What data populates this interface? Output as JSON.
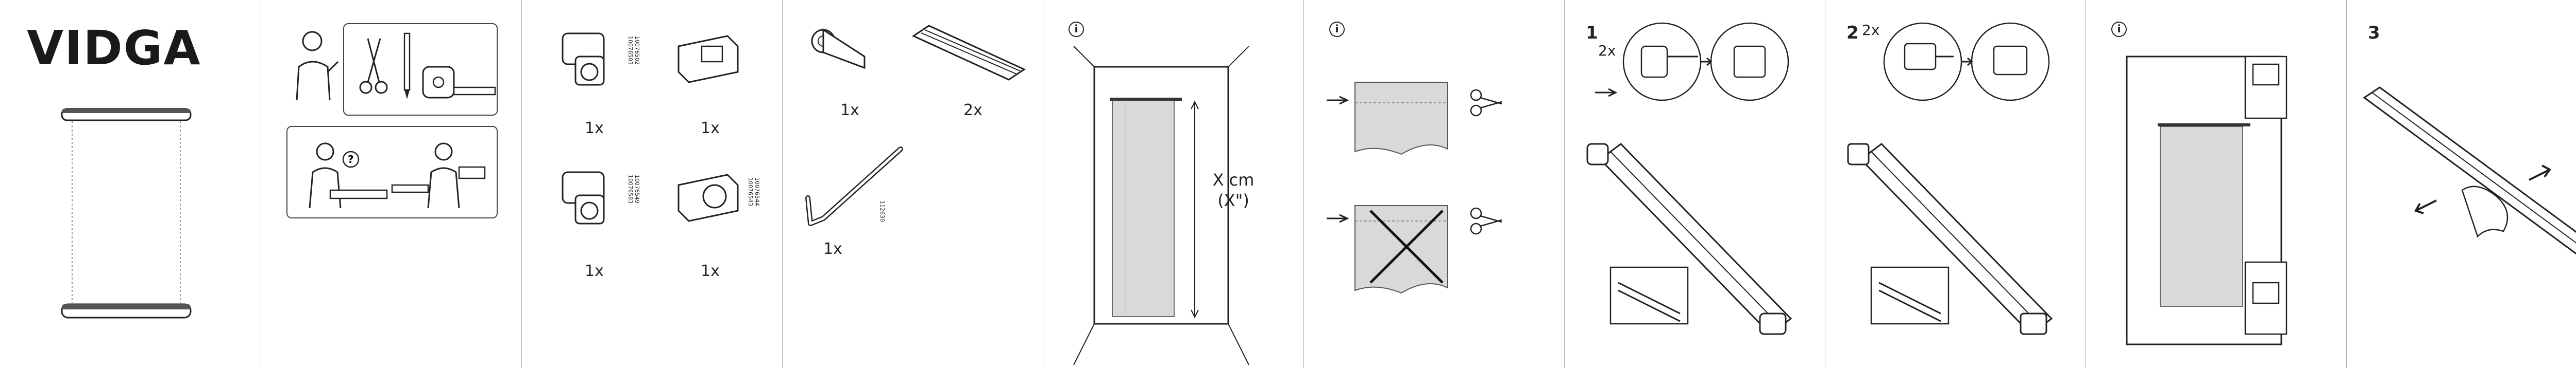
{
  "title": "VIDGA",
  "info_symbol": "i",
  "hardware": {
    "bracket_a": {
      "qty": "1x",
      "code_a": "10076503",
      "code_b": "10076502"
    },
    "bracket_b": {
      "qty": "1x"
    },
    "bracket_c": {
      "qty": "1x",
      "code_a": "10076583",
      "code_b": "10076549"
    },
    "bracket_d": {
      "qty": "1x",
      "code_a": "10076543",
      "code_b": "10076544"
    },
    "clip": {
      "qty": "1x"
    },
    "rail": {
      "qty": "2x"
    },
    "allen_key": {
      "qty": "1x",
      "code": "112630"
    }
  },
  "measure": {
    "line1": "X cm",
    "line2": "(X\")"
  },
  "steps": {
    "step1": {
      "number": "1",
      "qty": "2x"
    },
    "step2": {
      "number": "2",
      "qty": "2x"
    },
    "step3": {
      "number": "3"
    }
  },
  "colors": {
    "line": "#2a2a2a",
    "divider": "#b0b0b0",
    "fabric": "#d9d9d9"
  }
}
